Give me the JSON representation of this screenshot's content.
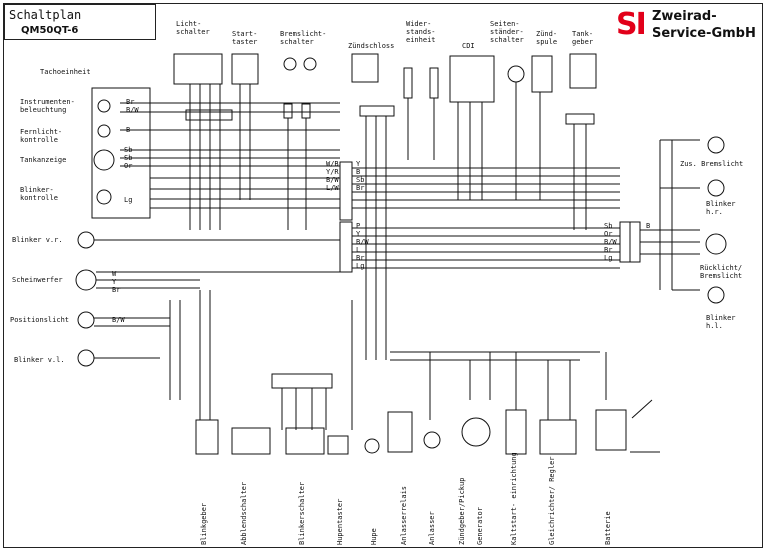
{
  "title": "Schaltplan",
  "model": "QM50QT-6",
  "logo": {
    "mark": "SI",
    "line1": "Zweirad-",
    "line2": "Service-GmbH",
    "mark_color": "#e2001a"
  },
  "top_components": {
    "licht": "Licht-\nschalter",
    "start": "Start-\ntaster",
    "brems": "Bremslicht-\nschalter",
    "zuend": "Zündschloss",
    "wider": "Wider-\nstands-\neinheit",
    "cdi": "CDI",
    "seiten": "Seiten-\nständer-\nschalter",
    "spule": "Zünd-\nspule",
    "tank": "Tank-\ngeber"
  },
  "left_components": {
    "tacho": "Tachoeinheit",
    "instr": "Instrumenten-\nbeleuchtung",
    "fern": "Fernlicht-\nkontrolle",
    "tank": "Tankanzeige",
    "blinker_k": "Blinker-\nkontrolle",
    "blinker_vr": "Blinker v.r.",
    "schein": "Scheinwerfer",
    "position": "Positionslicht",
    "blinker_vl": "Blinker v.l."
  },
  "right_components": {
    "zus": "Zus. Bremslicht",
    "blinker_hr": "Blinker\nh.r.",
    "ruck": "Rücklicht/\nBremslicht",
    "blinker_hl": "Blinker\nh.l."
  },
  "bottom_components": [
    "Blinkgeber",
    "Abblendschalter",
    "Blinkerschalter",
    "Hupentaster",
    "Hupe",
    "Anlasserrelais",
    "Anlasser",
    "Zündgeber/Pickup",
    "Generator",
    "Kaltstart-\neinrichtung",
    "Gleichrichter/\nRegler",
    "Batterie"
  ],
  "wire_codes": {
    "main_connector_right": [
      "W/B",
      "Y/R",
      "B/W",
      "L/W",
      "Y",
      "B",
      "Sb",
      "Br"
    ],
    "main_connector_lower": [
      "P",
      "Y",
      "B/W",
      "L",
      "Br",
      "Lg"
    ],
    "rear_connector": [
      "Sb",
      "Or",
      "B/W",
      "Br",
      "Lg",
      "B"
    ],
    "tacho": [
      "Br",
      "B/W",
      "B",
      "Sb",
      "Sb",
      "Or",
      "Lg"
    ],
    "headlight": [
      "W",
      "Y",
      "Br",
      "B/W"
    ]
  },
  "colors": {
    "ink": "#111111",
    "red": "#e2001a",
    "paper": "#ffffff"
  }
}
